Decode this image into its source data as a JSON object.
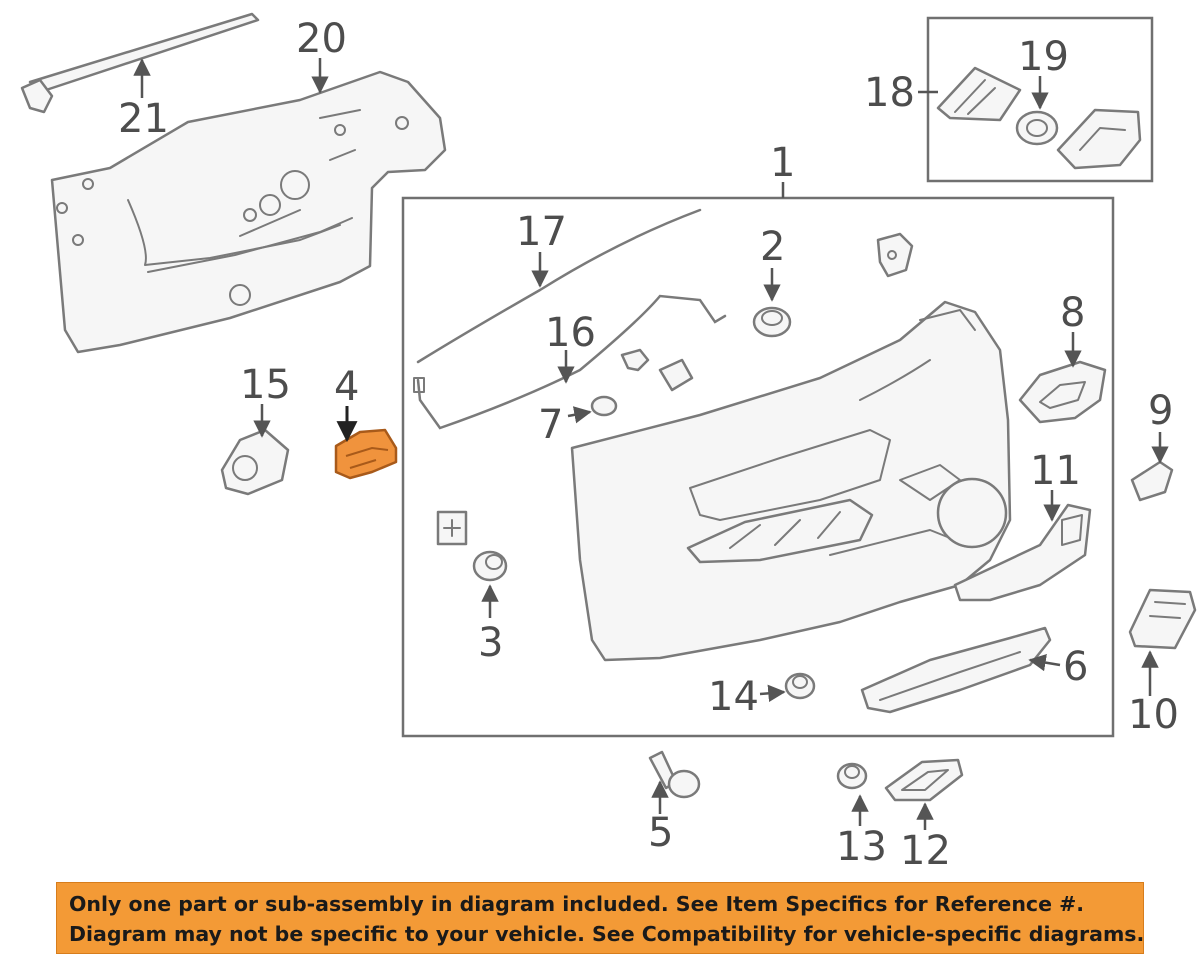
{
  "callouts": {
    "c1": "1",
    "c2": "2",
    "c3": "3",
    "c4": "4",
    "c5": "5",
    "c6": "6",
    "c7": "7",
    "c8": "8",
    "c9": "9",
    "c10": "10",
    "c11": "11",
    "c12": "12",
    "c13": "13",
    "c14": "14",
    "c15": "15",
    "c16": "16",
    "c17": "17",
    "c18": "18",
    "c19": "19",
    "c20": "20",
    "c21": "21"
  },
  "highlighted_part": "4",
  "colors": {
    "highlight": "#f0933d",
    "notice_background": "#f39a36",
    "line_art": "#7a7a7a"
  },
  "notice": {
    "line1": "Only one part or sub-assembly in diagram included. See Item Specifics for Reference #.",
    "line2": "Diagram may not be specific to your vehicle. See Compatibility for vehicle-specific diagrams."
  }
}
